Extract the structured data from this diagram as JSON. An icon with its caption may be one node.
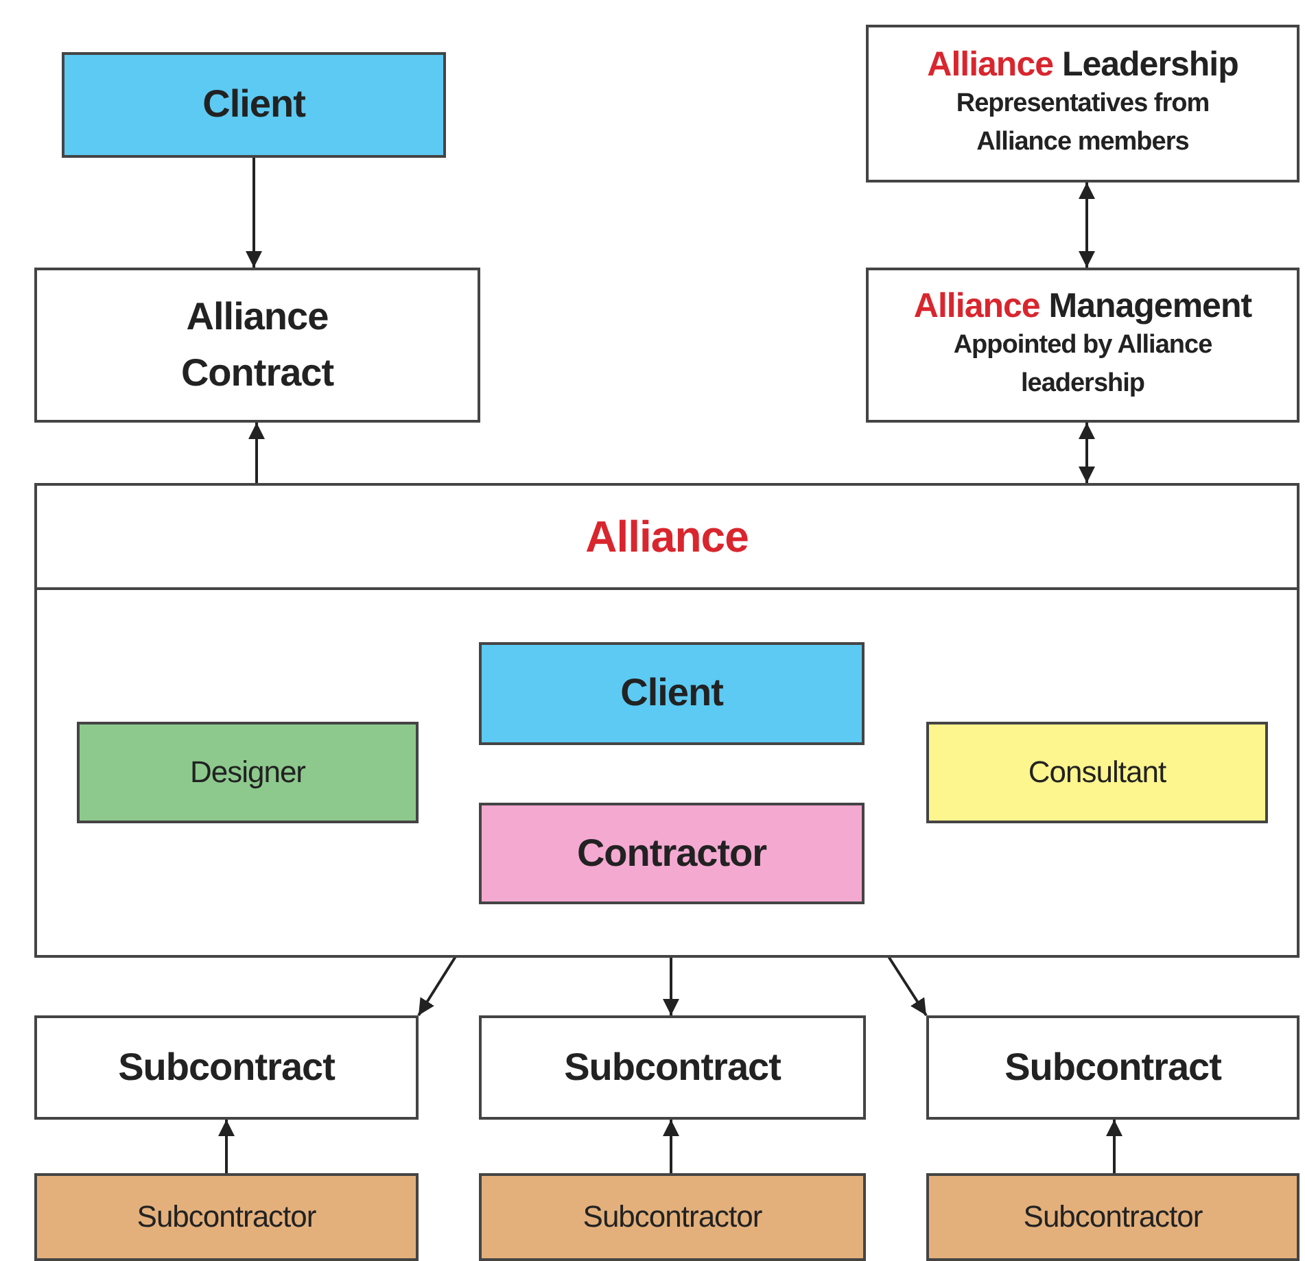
{
  "diagram": {
    "nodes": [
      {
        "text": [
          "Client"
        ]
      },
      {
        "text": [
          "Alliance Contract"
        ]
      },
      {
        "text": [
          "Alliance Leadership",
          "Representatives from Alliance members"
        ]
      },
      {
        "text": [
          "Alliance Management",
          "Appointed by Alliance leadership"
        ]
      },
      {
        "text": [
          "Alliance"
        ]
      },
      {
        "text": [
          "Client"
        ],
        "in": 4
      },
      {
        "text": [
          "Designer"
        ],
        "in": 4
      },
      {
        "text": [
          "Consultant"
        ],
        "in": 4
      },
      {
        "text": [
          "Contractor"
        ],
        "in": 4
      },
      {
        "text": [
          "Subcontract"
        ]
      },
      {
        "text": [
          "Subcontract"
        ]
      },
      {
        "text": [
          "Subcontract"
        ]
      },
      {
        "text": [
          "Subcontractor"
        ]
      },
      {
        "text": [
          "Subcontractor"
        ]
      },
      {
        "text": [
          "Subcontractor"
        ]
      }
    ],
    "edges": [
      {
        "from": 0,
        "to": 1,
        "arrow": "to"
      },
      {
        "from": 4,
        "to": 1,
        "arrow": "to"
      },
      {
        "from": 2,
        "to": 3,
        "arrow": "both"
      },
      {
        "from": 3,
        "to": 4,
        "arrow": "both"
      },
      {
        "from": 8,
        "to": 9,
        "arrow": "to"
      },
      {
        "from": 8,
        "to": 10,
        "arrow": "to"
      },
      {
        "from": 8,
        "to": 11,
        "arrow": "to"
      },
      {
        "from": 12,
        "to": 9,
        "arrow": "to"
      },
      {
        "from": 13,
        "to": 10,
        "arrow": "to"
      },
      {
        "from": 14,
        "to": 11,
        "arrow": "to"
      }
    ]
  }
}
